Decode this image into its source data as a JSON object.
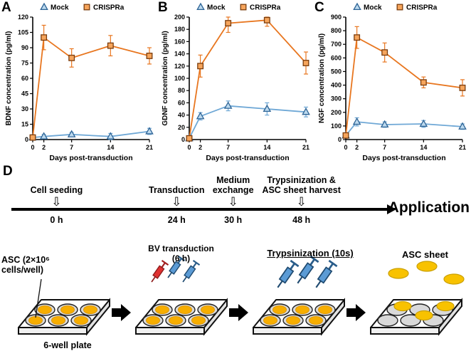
{
  "figure": {
    "panels": {
      "a": "A",
      "b": "B",
      "c": "C",
      "d": "D"
    }
  },
  "chart_data": [
    {
      "type": "line",
      "panel": "A",
      "xlabel": "Days post-transduction",
      "ylabel": "BDNF concentration (pg/ml)",
      "x": [
        0,
        2,
        7,
        14,
        21
      ],
      "xlim": [
        0,
        21
      ],
      "ylim": [
        0,
        120
      ],
      "ytick_step": 15,
      "legend_position": "top",
      "series": [
        {
          "name": "Mock",
          "marker": "triangle",
          "values": [
            2,
            3,
            5,
            3,
            8
          ],
          "errors": [
            1,
            2,
            2,
            3,
            3
          ],
          "line_color": "#6fa8d6",
          "fill_color": "#bcd9ee",
          "edge_color": "#2e6496"
        },
        {
          "name": "CRISPRa",
          "marker": "square",
          "values": [
            2,
            100,
            80,
            92,
            82
          ],
          "errors": [
            1,
            12,
            9,
            10,
            8
          ],
          "line_color": "#e8761f",
          "fill_color": "#f6a55c",
          "edge_color": "#7a3c0d"
        }
      ]
    },
    {
      "type": "line",
      "panel": "B",
      "xlabel": "Days post-transduction",
      "ylabel": "GDNF concentration (pg/ml)",
      "x": [
        0,
        2,
        7,
        14,
        21
      ],
      "xlim": [
        0,
        21
      ],
      "ylim": [
        0,
        200
      ],
      "ytick_step": 20,
      "legend_position": "top",
      "series": [
        {
          "name": "Mock",
          "marker": "triangle",
          "values": [
            2,
            38,
            55,
            50,
            45
          ],
          "errors": [
            1,
            6,
            8,
            10,
            8
          ],
          "line_color": "#6fa8d6",
          "fill_color": "#bcd9ee",
          "edge_color": "#2e6496"
        },
        {
          "name": "CRISPRa",
          "marker": "square",
          "values": [
            2,
            120,
            190,
            195,
            125
          ],
          "errors": [
            2,
            18,
            15,
            10,
            18
          ],
          "line_color": "#e8761f",
          "fill_color": "#f6a55c",
          "edge_color": "#7a3c0d"
        }
      ]
    },
    {
      "type": "line",
      "panel": "C",
      "xlabel": "Days post-transduction",
      "ylabel": "NGF concentration (pg/ml)",
      "x": [
        0,
        2,
        7,
        14,
        21
      ],
      "xlim": [
        0,
        21
      ],
      "ylim": [
        0,
        900
      ],
      "ytick_step": 100,
      "legend_position": "top",
      "series": [
        {
          "name": "Mock",
          "marker": "triangle",
          "values": [
            30,
            130,
            110,
            115,
            95
          ],
          "errors": [
            10,
            30,
            20,
            25,
            20
          ],
          "line_color": "#6fa8d6",
          "fill_color": "#bcd9ee",
          "edge_color": "#2e6496"
        },
        {
          "name": "CRISPRa",
          "marker": "square",
          "values": [
            30,
            750,
            640,
            420,
            380
          ],
          "errors": [
            15,
            80,
            70,
            40,
            60
          ],
          "line_color": "#e8761f",
          "fill_color": "#f6a55c",
          "edge_color": "#7a3c0d"
        }
      ]
    }
  ],
  "panel_d": {
    "label": "D",
    "timeline": {
      "events": [
        {
          "label": "Cell seeding",
          "time": "0 h",
          "x": 12
        },
        {
          "label": "Transduction",
          "time": "24 h",
          "x": 37.5
        },
        {
          "label": "Medium\nexchange",
          "time": "30 h",
          "x": 49.5
        },
        {
          "label": "Trypsinization &\nASC sheet harvest",
          "time": "48 h",
          "x": 64
        }
      ],
      "application_label": "Application"
    },
    "plates": {
      "asc_label": "ASC (2×10⁶ cells/well)",
      "six_well_label": "6-well plate",
      "bv_label": "BV transduction\n(6 h)",
      "trypsinization_label": "Trypsinization (10s)",
      "asc_sheet_label": "ASC sheet"
    },
    "colors": {
      "syringe_blue": "#5b9bd5",
      "syringe_red": "#e03131",
      "well_media": "#f7ae00",
      "asc_sheet": "#f8c200"
    }
  }
}
